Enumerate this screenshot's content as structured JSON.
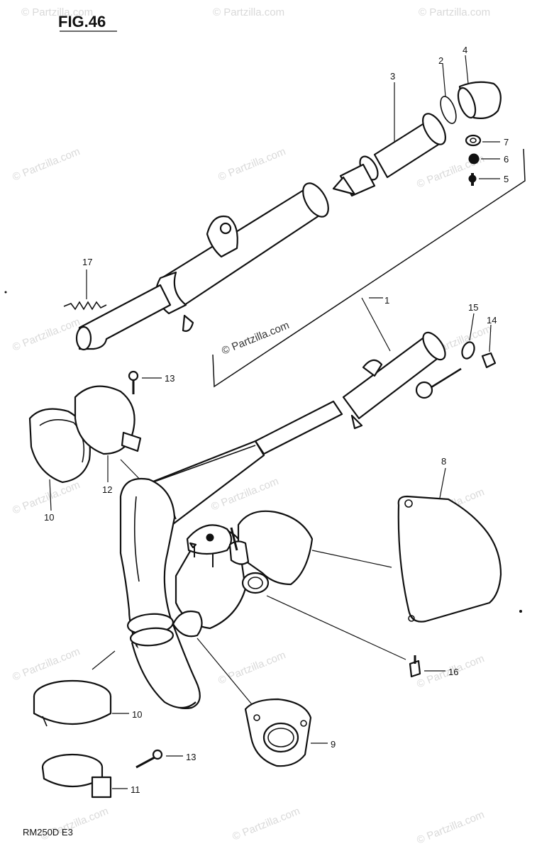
{
  "figure_title": "FIG.46",
  "model_label": "RM250D E3",
  "watermark": "© Partzilla.com",
  "watermark_main": "© Partzilla.com",
  "callouts": {
    "p1": "1",
    "p2": "2",
    "p3": "3",
    "p4": "4",
    "p5": "5",
    "p6": "6",
    "p7": "7",
    "p8": "8",
    "p9": "9",
    "p10a": "10",
    "p10b": "10",
    "p11": "11",
    "p12": "12",
    "p13a": "13",
    "p13b": "13",
    "p14": "14",
    "p15": "15",
    "p16": "16",
    "p17": "17"
  }
}
